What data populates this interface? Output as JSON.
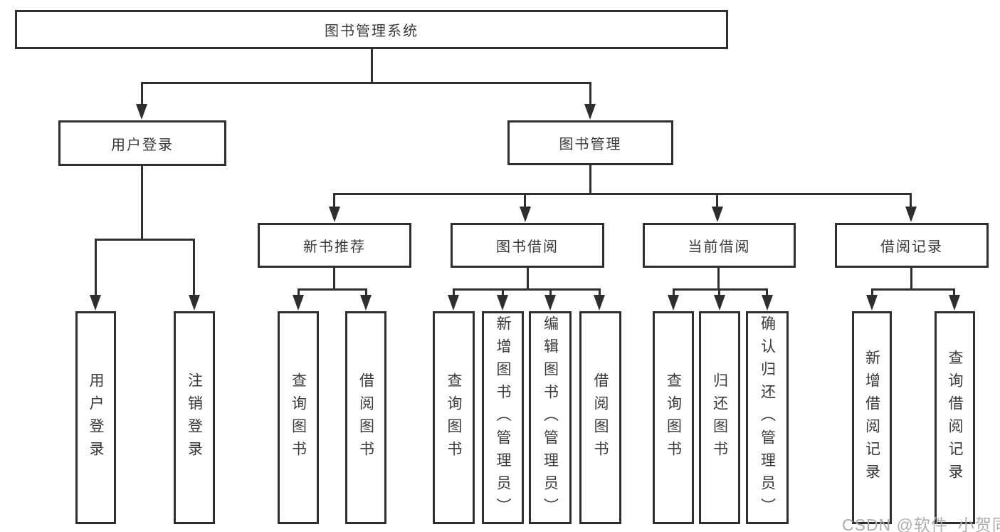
{
  "diagram_title": "图书管理系统",
  "nodes": {
    "root": "图书管理系统",
    "user_login": "用户登录",
    "book_mgmt": "图书管理",
    "new_book_rec": "新书推荐",
    "book_borrow": "图书借阅",
    "current_borrow": "当前借阅",
    "borrow_records": "借阅记录",
    "leaf_user_login": "用户登录",
    "leaf_logout": "注销登录",
    "leaf_nbr_query": "查询图书",
    "leaf_nbr_borrow": "借阅图书",
    "leaf_bb_query": "查询图书",
    "leaf_bb_add": "新增图书（管理员）",
    "leaf_bb_edit": "编辑图书（管理员）",
    "leaf_bb_borrow": "借阅图书",
    "leaf_cb_query": "查询图书",
    "leaf_cb_return": "归还图书",
    "leaf_cb_confirm": "确认归还（管理员）",
    "leaf_br_add": "新增借阅记录",
    "leaf_br_query": "查询借阅记录"
  },
  "hierarchy": {
    "root": "图书管理系统",
    "children": [
      {
        "label": "用户登录",
        "children": [
          "用户登录",
          "注销登录"
        ]
      },
      {
        "label": "图书管理",
        "children": [
          {
            "label": "新书推荐",
            "children": [
              "查询图书",
              "借阅图书"
            ]
          },
          {
            "label": "图书借阅",
            "children": [
              "查询图书",
              "新增图书（管理员）",
              "编辑图书（管理员）",
              "借阅图书"
            ]
          },
          {
            "label": "当前借阅",
            "children": [
              "查询图书",
              "归还图书",
              "确认归还（管理员）"
            ]
          },
          {
            "label": "借阅记录",
            "children": [
              "新增借阅记录",
              "查询借阅记录"
            ]
          }
        ]
      }
    ]
  },
  "watermark": {
    "text": "CSDN @软件_小贺同学"
  },
  "colors": {
    "line": "#2e2e2e",
    "text": "#3a3a3a",
    "watermark": "#aeaeae",
    "background": "#ffffff"
  }
}
